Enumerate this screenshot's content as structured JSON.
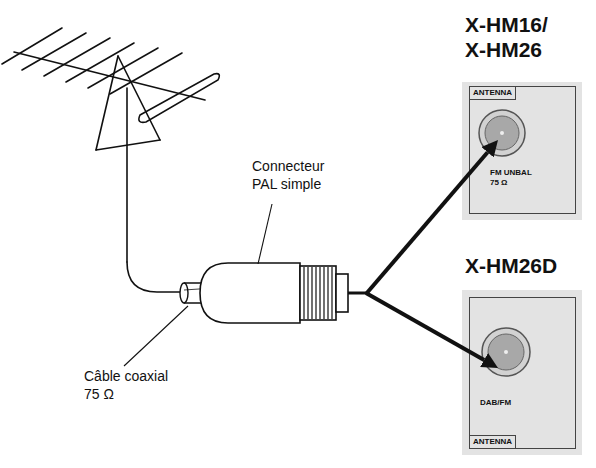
{
  "diagram": {
    "nodes": [
      {
        "text": [
          "X-HM16/ X-HM26",
          "ANTENNA",
          "FM UNBAL 75 Ω"
        ]
      },
      {
        "text": [
          "X-HM26D",
          "DAB/FM",
          "ANTENNA"
        ]
      }
    ],
    "labels": [
      "Connecteur PAL simple",
      "Câble coaxial 75 Ω"
    ]
  }
}
